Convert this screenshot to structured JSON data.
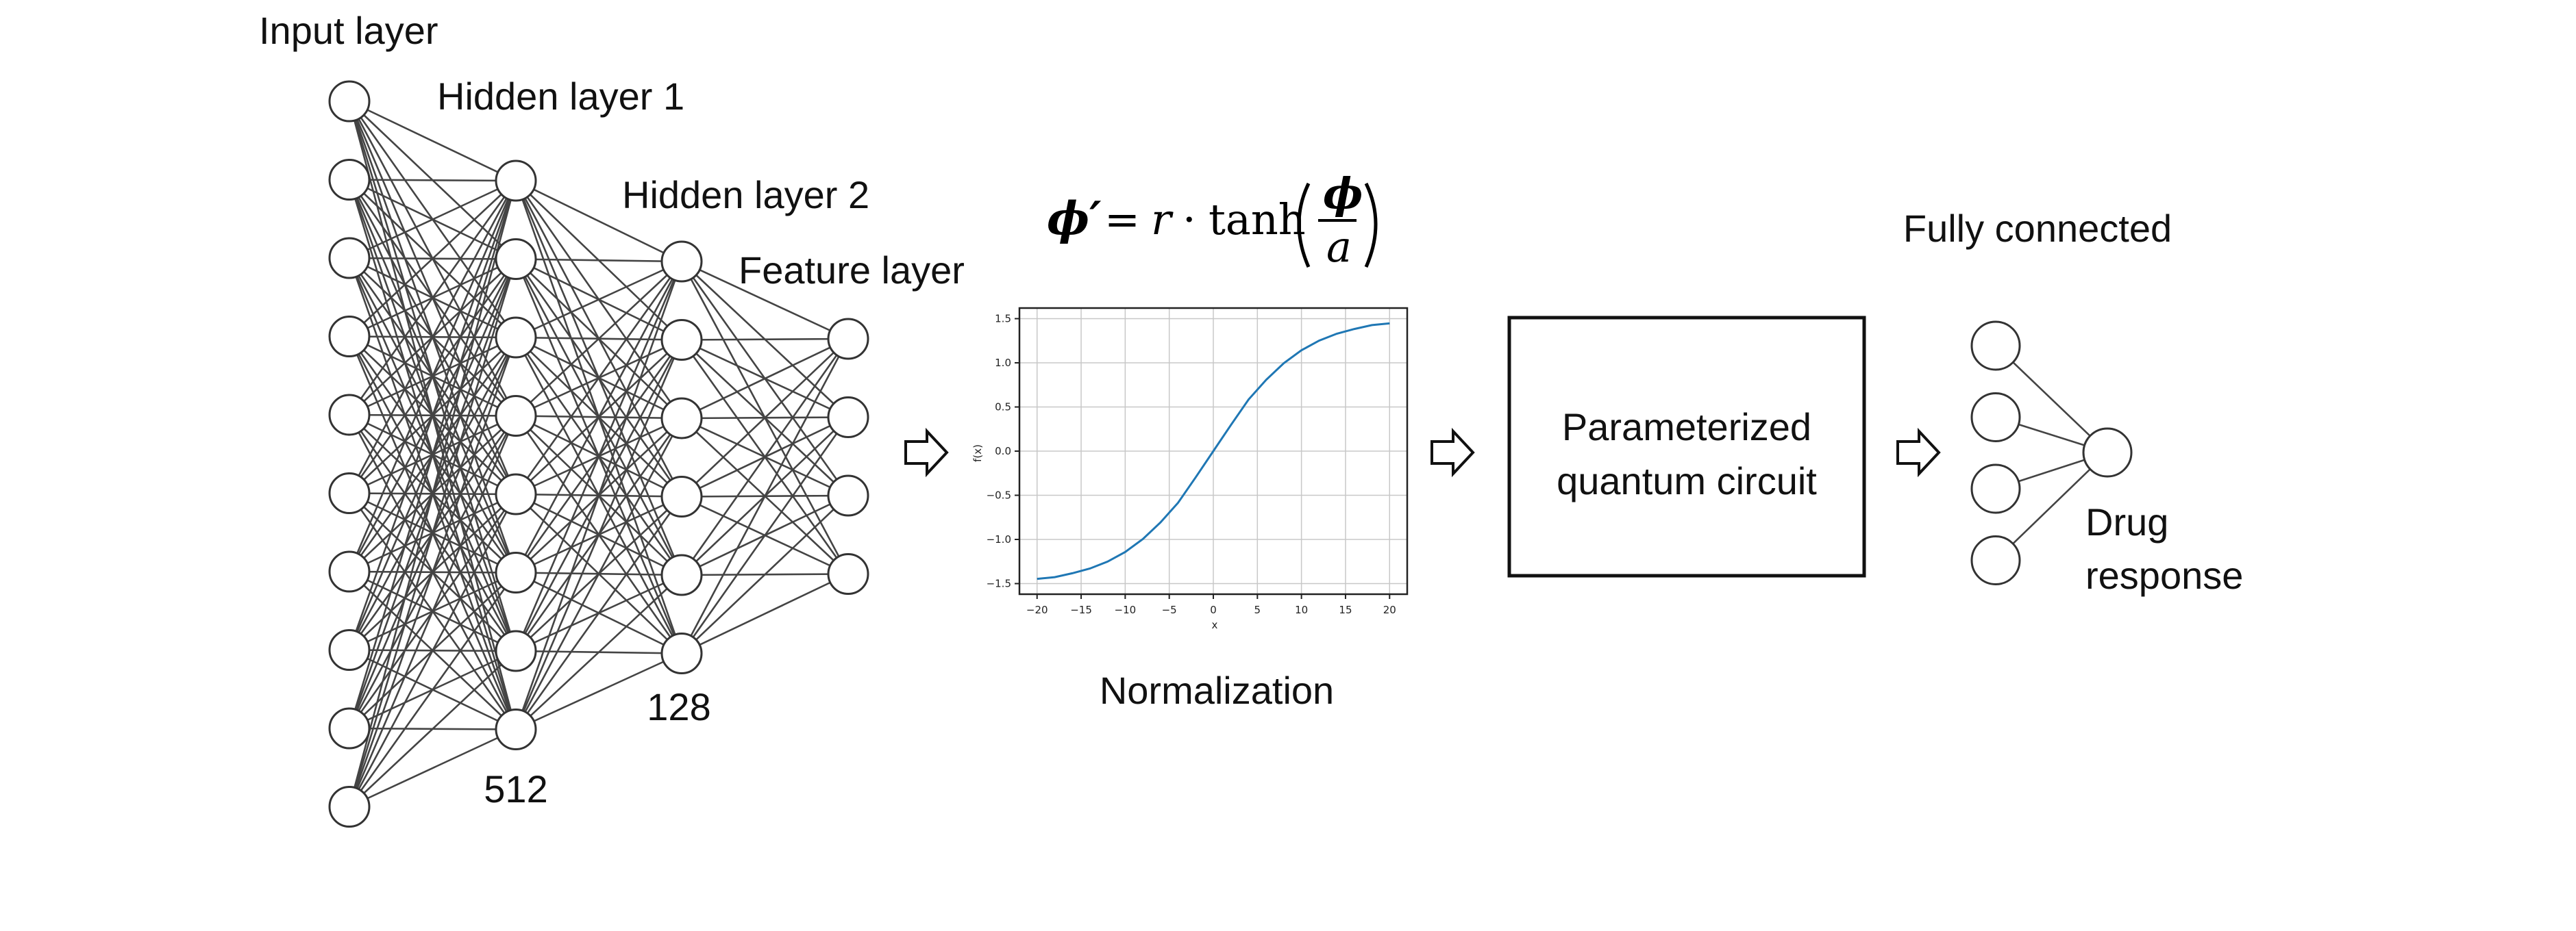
{
  "labels": {
    "input_layer": "Input layer",
    "hidden_layer_1": "Hidden layer 1",
    "hidden_layer_2": "Hidden layer 2",
    "feature_layer": "Feature layer",
    "count_hidden_1": "512",
    "count_hidden_2": "128",
    "normalization": "Normalization",
    "circuit_line1": "Parameterized",
    "circuit_line2": "quantum circuit",
    "fully_connected": "Fully connected",
    "output_line1": "Drug",
    "output_line2": "response"
  },
  "equation": {
    "lhs": "ϕ′",
    "equals": "=",
    "r": "r",
    "dot": "·",
    "fn": "tanh",
    "numerator": "ϕ",
    "denominator": "a"
  },
  "network": {
    "layer_sizes": [
      10,
      8,
      6,
      4
    ],
    "fc_inputs": 4,
    "fc_outputs": 1
  },
  "chart_data": {
    "type": "line",
    "function": "1.5 * tanh(x / 10)",
    "x": [
      -20,
      -18,
      -16,
      -14,
      -12,
      -10,
      -8,
      -6,
      -4,
      -2,
      0,
      2,
      4,
      6,
      8,
      10,
      12,
      14,
      16,
      18,
      20
    ],
    "y": [
      -1.446,
      -1.427,
      -1.383,
      -1.329,
      -1.251,
      -1.142,
      -0.996,
      -0.808,
      -0.585,
      -0.296,
      0.0,
      0.296,
      0.585,
      0.808,
      0.996,
      1.142,
      1.251,
      1.329,
      1.383,
      1.427,
      1.446
    ],
    "xlim": [
      -22,
      22
    ],
    "ylim": [
      -1.62,
      1.62
    ],
    "xticks": [
      -20,
      -15,
      -10,
      -5,
      0,
      5,
      10,
      15,
      20
    ],
    "xtick_labels": [
      "−20",
      "−15",
      "−10",
      "−5",
      "0",
      "5",
      "10",
      "15",
      "20"
    ],
    "yticks": [
      1.5,
      1.0,
      0.5,
      0.0,
      -0.5,
      -1.0,
      -1.5
    ],
    "ytick_labels": [
      "1.5",
      "1.0",
      "0.5",
      "0.0",
      "−0.5",
      "−1.0",
      "−1.5"
    ],
    "xlabel": "x",
    "ylabel": "f(x)",
    "grid": true,
    "color": "#1f77b4"
  }
}
